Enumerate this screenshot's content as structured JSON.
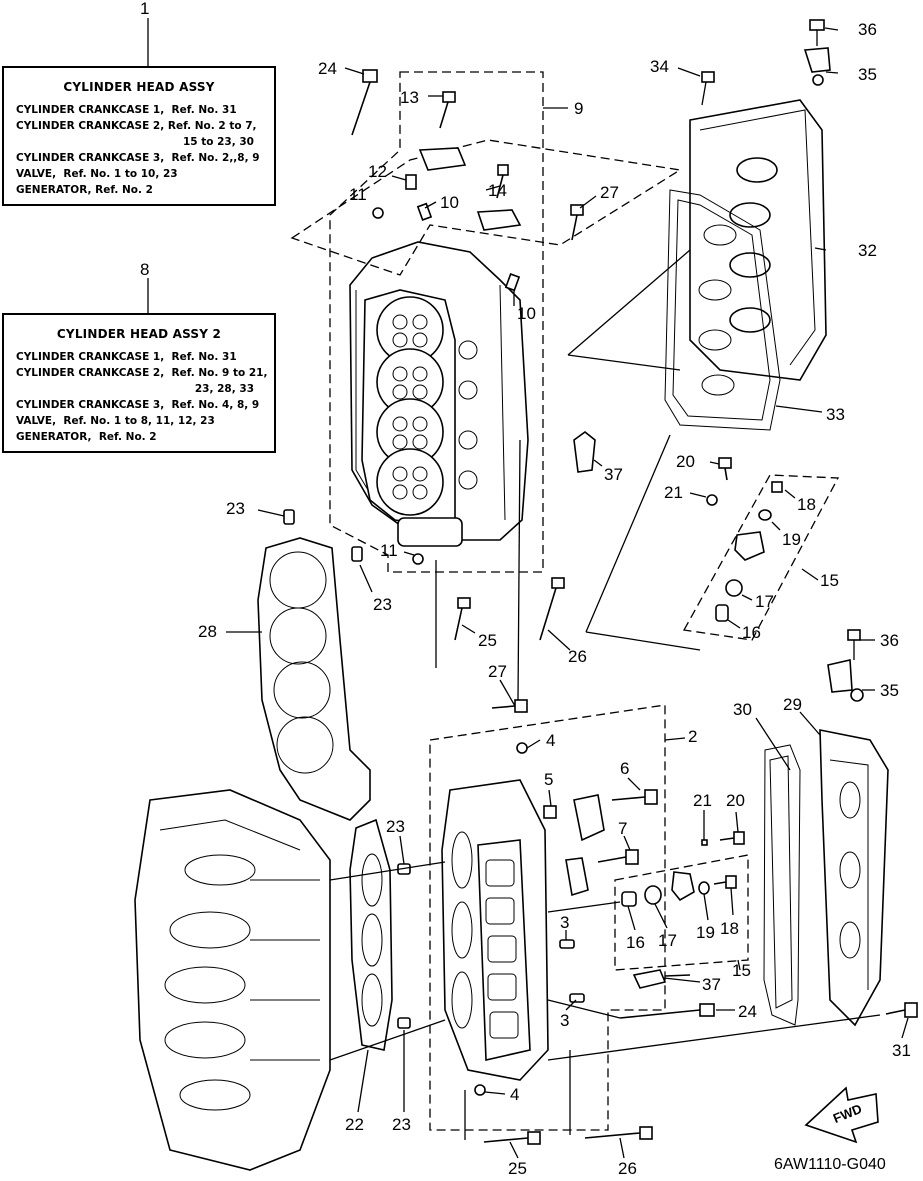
{
  "box_1": {
    "ref": "1",
    "title": "CYLINDER HEAD ASSY",
    "lines": [
      "CYLINDER CRANKCASE 1,  Ref. No. 31",
      "CYLINDER CRANKCASE 2, Ref. No. 2 to 7,",
      "15 to 23, 30",
      "CYLINDER CRANKCASE 3,  Ref. No. 2,,8, 9",
      "VALVE,  Ref. No. 1 to 10, 23",
      "GENERATOR, Ref. No. 2"
    ]
  },
  "box_8": {
    "ref": "8",
    "title": "CYLINDER HEAD ASSY 2",
    "lines": [
      "CYLINDER CRANKCASE 1,  Ref. No. 31",
      "CYLINDER CRANKCASE 2,  Ref. No. 9 to 21,",
      "23, 28, 33",
      "CYLINDER CRANKCASE 3,  Ref. No. 4, 8, 9",
      "VALVE,  Ref. No. 1 to 8, 11, 12, 23",
      "GENERATOR,  Ref. No. 2"
    ]
  },
  "callouts": [
    "36",
    "34",
    "35",
    "24",
    "13",
    "9",
    "12",
    "11",
    "10",
    "14",
    "27",
    "32",
    "10",
    "33",
    "37",
    "20",
    "21",
    "18",
    "23",
    "19",
    "15",
    "11",
    "23",
    "17",
    "28",
    "25",
    "26",
    "16",
    "36",
    "27",
    "35",
    "30",
    "29",
    "4",
    "2",
    "5",
    "6",
    "21",
    "20",
    "23",
    "7",
    "3",
    "16",
    "17",
    "19",
    "18",
    "15",
    "37",
    "24",
    "3",
    "31",
    "22",
    "23",
    "4",
    "25",
    "26"
  ],
  "fwd_label": "FWD",
  "diagram_code": "6AW1110-G040"
}
